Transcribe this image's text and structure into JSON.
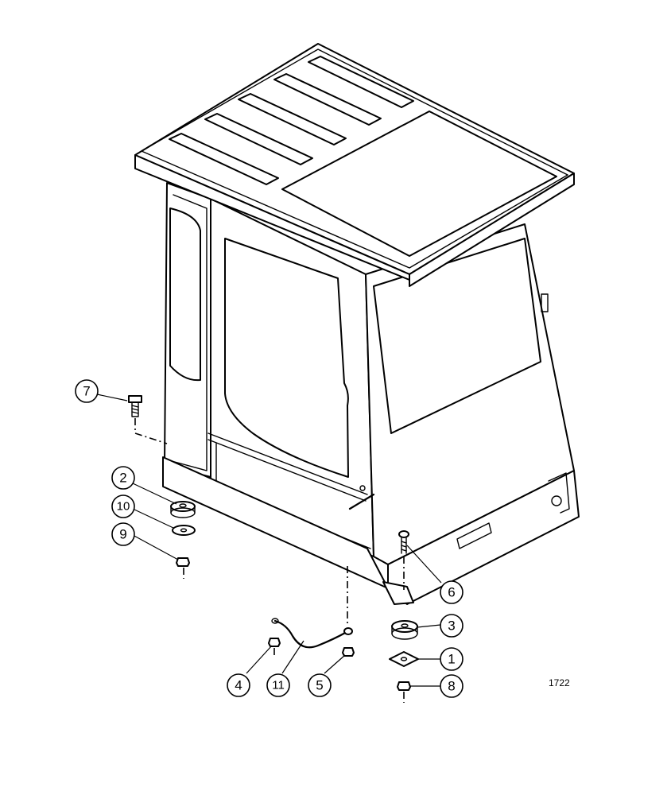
{
  "figure": {
    "drawing_number": "1722"
  },
  "callouts": [
    {
      "label": "1"
    },
    {
      "label": "2"
    },
    {
      "label": "3"
    },
    {
      "label": "4"
    },
    {
      "label": "5"
    },
    {
      "label": "6"
    },
    {
      "label": "7"
    },
    {
      "label": "8"
    },
    {
      "label": "9"
    },
    {
      "label": "10"
    },
    {
      "label": "11"
    }
  ]
}
